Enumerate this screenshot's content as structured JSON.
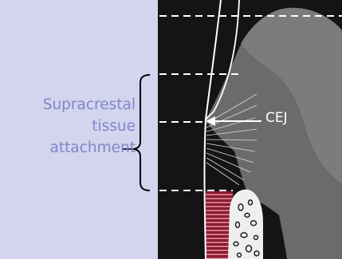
{
  "label": {
    "line1": "Supracrestal",
    "line2": "tissue",
    "line3": "attachment"
  },
  "marker": {
    "text": "CEJ"
  },
  "colors": {
    "panel": "#d3d4ee",
    "text_accent": "#8087c9",
    "background": "#141414",
    "tissue": "#6b6b6b",
    "ligament": "#8c1c30",
    "bone": "#e8e8e8"
  }
}
